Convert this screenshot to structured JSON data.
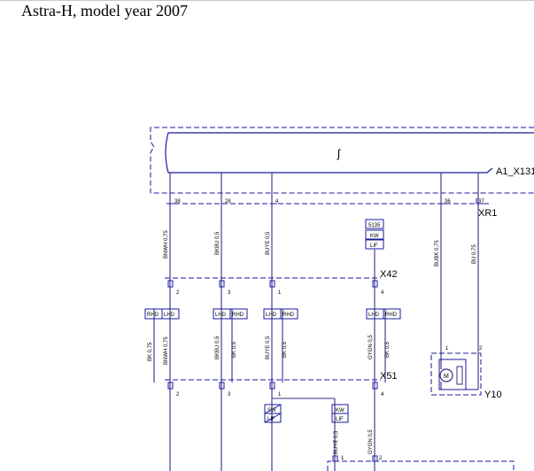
{
  "document": {
    "title": "Astra-H, model year 2007"
  },
  "diagram": {
    "module": {
      "label": "A1_X131",
      "symbol": "ʃ"
    },
    "connectors": {
      "xr1": "XR1",
      "x42": "X42",
      "x51": "X51"
    },
    "actuator": {
      "label": "Y10",
      "motor_symbol": "M",
      "pins": [
        "1",
        "2"
      ]
    },
    "top_pins": [
      "38",
      "28",
      "4",
      "36",
      "37"
    ],
    "x42_pins": [
      "2",
      "3",
      "1",
      "4"
    ],
    "x51_pins": [
      "2",
      "3",
      "1",
      "4"
    ],
    "bottom_pins": [
      "1",
      "2"
    ],
    "wires_upper": [
      "BNWH 0,75",
      "BKBU 0,5",
      "BUYE 0,5",
      "BUBK 0,75",
      "BU 0,75"
    ],
    "wires_middle": [
      "BK 0,75",
      "BNWH 0,75",
      "BKBU 0,5",
      "BK 0,5",
      "BUYE 0,5",
      "BK 0,5",
      "GYGN 0,5",
      "BK 0,5"
    ],
    "wires_lower": [
      "BUYE 0,5",
      "GYGN 0,5"
    ],
    "option_boxes": {
      "top_stack": [
        "5135",
        "KW",
        "LIF"
      ],
      "rhd_lhd": [
        "RHD",
        "LHD"
      ],
      "lhd_rhd": [
        "LHD",
        "RHD"
      ],
      "lower_switch": [
        "SW",
        "LIF"
      ],
      "lower_stack": [
        "KW",
        "LIF"
      ]
    }
  }
}
